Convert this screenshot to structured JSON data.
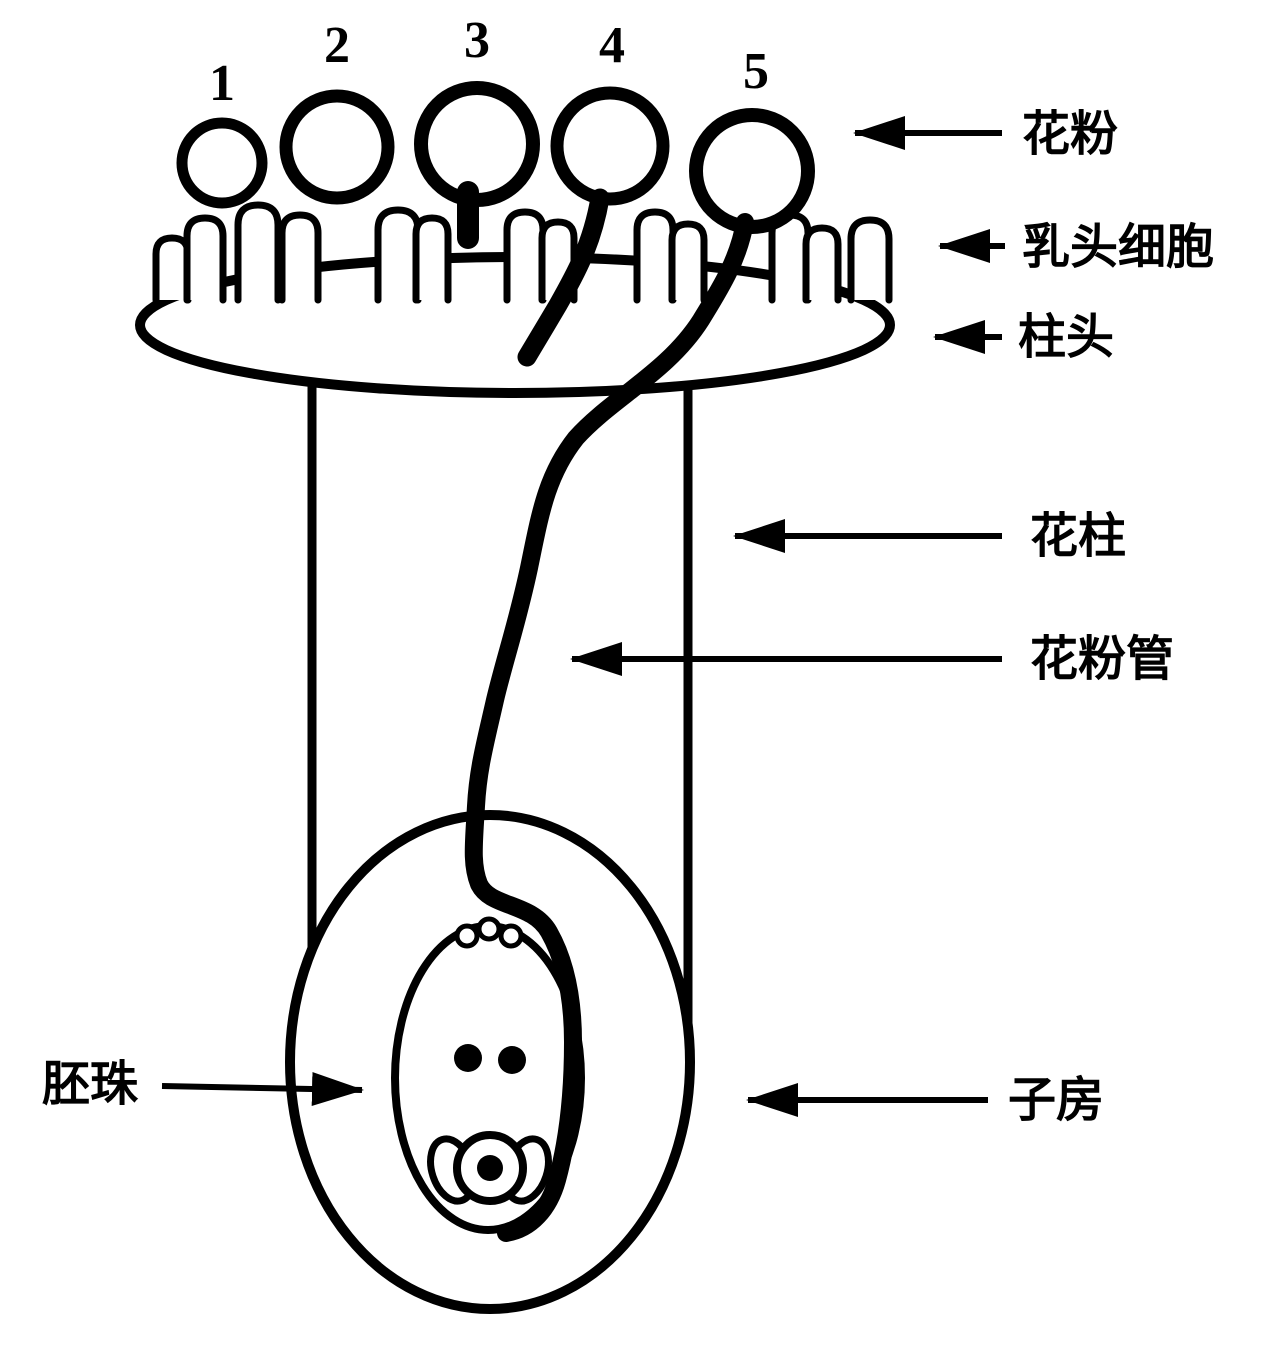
{
  "figure": {
    "numbers": [
      "1",
      "2",
      "3",
      "4",
      "5"
    ],
    "labels": {
      "pollen": "花粉",
      "papilla_cells": "乳头细胞",
      "stigma": "柱头",
      "style": "花柱",
      "pollen_tube": "花粉管",
      "ovary": "子房",
      "ovule": "胚珠"
    },
    "colors": {
      "ink": "#000000",
      "paper": "#ffffff"
    }
  }
}
